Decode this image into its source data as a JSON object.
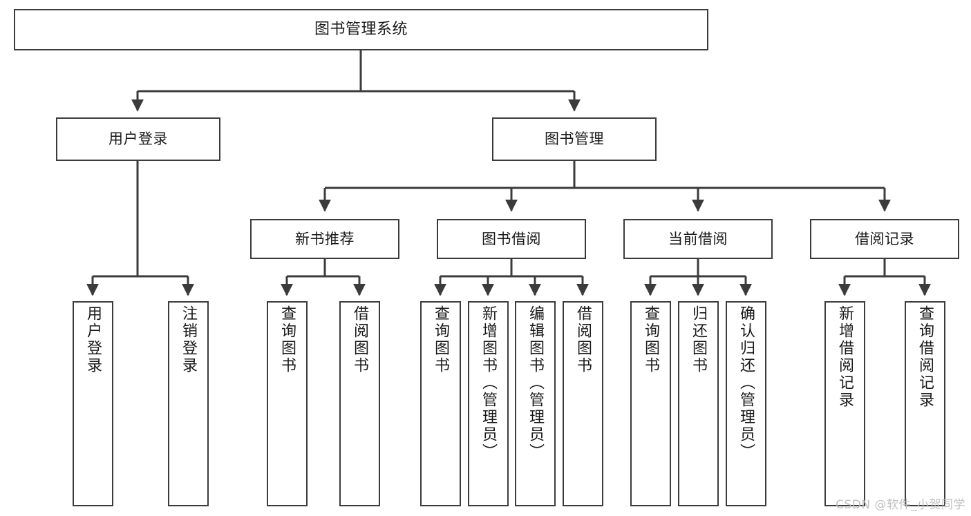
{
  "diagram": {
    "title": "图书管理系统",
    "watermark": "CSDN @软件_小贺同学",
    "stroke_color": "#3b3b3b",
    "background_color": "#ffffff",
    "text_color": "#1a1a1a",
    "watermark_color": "#bfbfbf",
    "levels": {
      "root": "图书管理系统",
      "level2": [
        "用户登录",
        "图书管理"
      ],
      "level3": [
        "新书推荐",
        "图书借阅",
        "当前借阅",
        "借阅记录"
      ]
    },
    "nodes": {
      "root": {
        "label": "图书管理系统"
      },
      "user_login": {
        "label": "用户登录"
      },
      "book_manage": {
        "label": "图书管理"
      },
      "new_book_rec": {
        "label": "新书推荐"
      },
      "book_borrow": {
        "label": "图书借阅"
      },
      "current_borrow": {
        "label": "当前借阅"
      },
      "borrow_record": {
        "label": "借阅记录"
      },
      "leaf_user_login": {
        "label": "用户登录"
      },
      "leaf_logout": {
        "label": "注销登录"
      },
      "leaf_query_book_1": {
        "label": "查询图书"
      },
      "leaf_borrow_book_1": {
        "label": "借阅图书"
      },
      "leaf_query_book_2": {
        "label": "查询图书"
      },
      "leaf_add_book": {
        "label": "新增图书（管理员）"
      },
      "leaf_edit_book": {
        "label": "编辑图书（管理员）"
      },
      "leaf_borrow_book_2": {
        "label": "借阅图书"
      },
      "leaf_query_book_3": {
        "label": "查询图书"
      },
      "leaf_return_book": {
        "label": "归还图书"
      },
      "leaf_confirm_return": {
        "label": "确认归还（管理员）"
      },
      "leaf_add_record": {
        "label": "新增借阅记录"
      },
      "leaf_query_record": {
        "label": "查询借阅记录"
      }
    }
  }
}
